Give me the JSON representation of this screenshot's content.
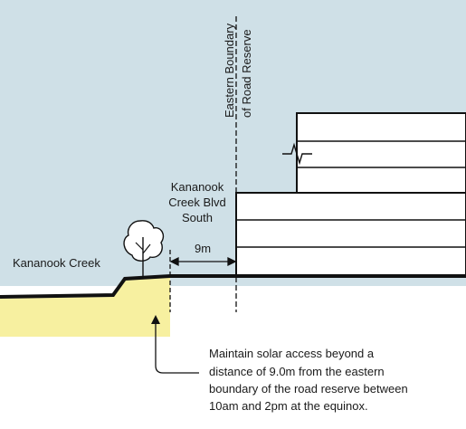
{
  "labels": {
    "creek": "Kananook Creek",
    "road_line1": "Kananook",
    "road_line2": "Creek Blvd",
    "road_line3": "South",
    "boundary_line1": "Eastern Boundary",
    "boundary_line2": "of Road Reserve",
    "dimension": "9m"
  },
  "note": {
    "line1": "Maintain solar access beyond a",
    "line2": "distance of 9.0m from the eastern",
    "line3": "boundary of the road reserve between",
    "line4": "10am and 2pm at the equinox."
  },
  "colors": {
    "sky": "#cfe0e7",
    "shadow_zone": "#f7f0a0",
    "ink": "#111111",
    "building": "#ffffff"
  },
  "icons": {
    "tree": "tree-icon",
    "break": "break-line-icon"
  }
}
